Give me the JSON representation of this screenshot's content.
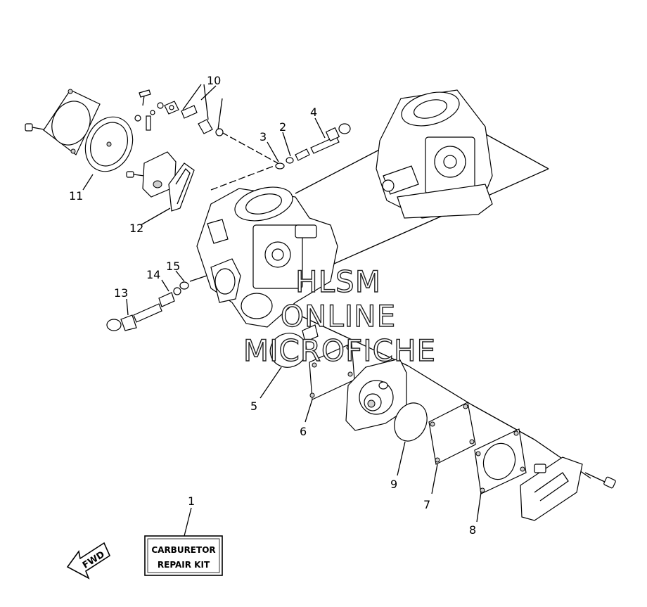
{
  "callouts": {
    "c1": "1",
    "c2": "2",
    "c3": "3",
    "c4": "4",
    "c5": "5",
    "c6": "6",
    "c7": "7",
    "c8": "8",
    "c9": "9",
    "c10": "10",
    "c11": "11",
    "c12": "12",
    "c13": "13",
    "c14": "14",
    "c15": "15"
  },
  "repair_kit": {
    "line1": "CARBURETOR",
    "line2": "REPAIR KIT"
  },
  "direction_arrow": {
    "label": "FWD"
  },
  "watermark": {
    "line1": "HLSM",
    "line2": "ONLINE",
    "line3": "MICROFICHE"
  },
  "colors": {
    "line": "#000000",
    "background": "#ffffff",
    "watermark_outline": "#222222"
  }
}
